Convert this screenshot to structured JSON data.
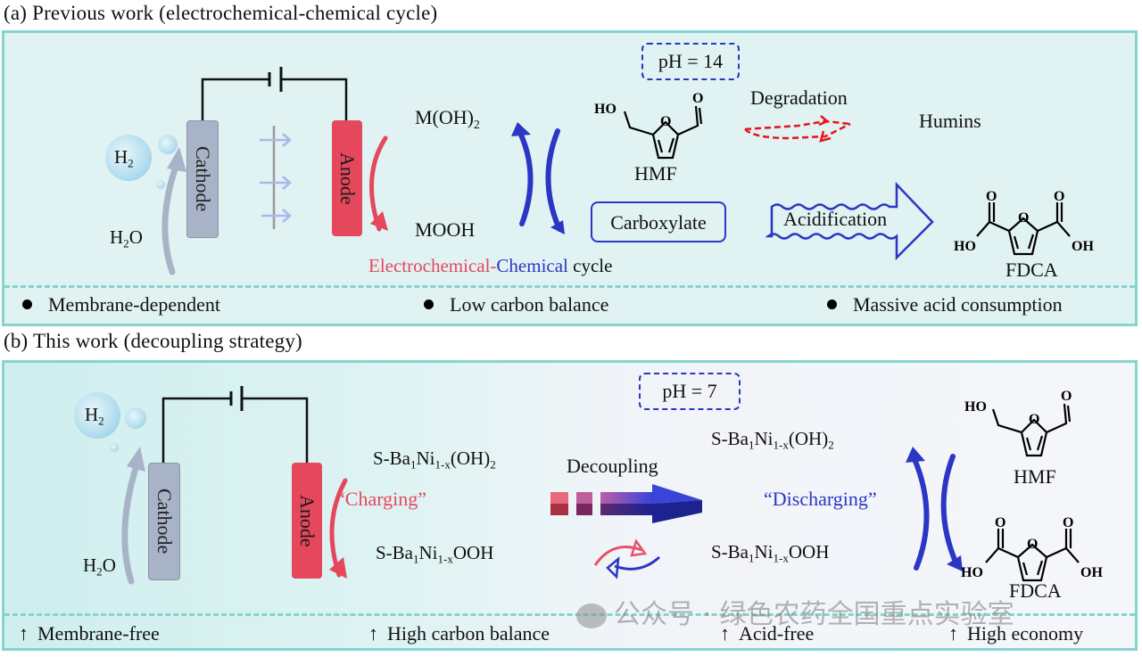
{
  "panel_a": {
    "title": "(a) Previous work (electrochemical-chemical cycle)",
    "h2_label": "H",
    "h2_sub": "2",
    "h2o_label": "H",
    "h2o_sub": "2",
    "h2o_tail": "O",
    "cathode_label": "Cathode",
    "anode_label": "Anode",
    "ph_label": "pH = 14",
    "m_oh2_label": "M(OH)",
    "m_oh2_sub": "2",
    "mooh_label": "MOOH",
    "hmf_label": "HMF",
    "hmf_ho": "HO",
    "hmf_o": "O",
    "degradation_label": "Degradation",
    "humins_label": "Humins",
    "carboxylate_label": "Carboxylate",
    "acidification_label": "Acidification",
    "fdca_label": "FDCA",
    "fdca_ho": "HO",
    "fdca_oh": "OH",
    "cycle_caption": {
      "part1": "Electrochemical",
      "sep": "-",
      "part2": "Chemical",
      "part3": " cycle"
    },
    "bullets": [
      "Membrane-dependent",
      "Low carbon balance",
      "Massive acid consumption"
    ]
  },
  "panel_b": {
    "title": "(b) This work (decoupling strategy)",
    "h2_label": "H",
    "h2_sub": "2",
    "h2o_label": "H",
    "h2o_sub": "2",
    "h2o_tail": "O",
    "cathode_label": "Cathode",
    "anode_label": "Anode",
    "ph_label": "pH = 7",
    "charging_label": "“Charging”",
    "discharging_label": "“Discharging”",
    "decoupling_label": "Decoupling",
    "left_oh2": {
      "a": "S-Ba",
      "b": "1",
      "c": "Ni",
      "d": "1-x",
      "e": "(OH)",
      "f": "2"
    },
    "left_ooh": {
      "a": "S-Ba",
      "b": "1",
      "c": "Ni",
      "d": "1-x",
      "e": "OOH"
    },
    "right_oh2": {
      "a": "S-Ba",
      "b": "1",
      "c": "Ni",
      "d": "1-x",
      "e": "(OH)",
      "f": "2"
    },
    "right_ooh": {
      "a": "S-Ba",
      "b": "1",
      "c": "Ni",
      "d": "1-x",
      "e": "OOH"
    },
    "hmf_label": "HMF",
    "fdca_label": "FDCA",
    "ho": "HO",
    "oh": "OH",
    "o": "O",
    "bullets": [
      "Membrane-free",
      "High carbon balance",
      "Acid-free",
      "High economy"
    ],
    "bullet_icon": "↑"
  },
  "watermark": "公众号 · 绿色农药全国重点实验室",
  "colors": {
    "panel_border": "#84d4d0",
    "panel_a_bg": "#e0f2f2",
    "anode": "#e5485c",
    "cathode": "#a9b3c8",
    "electrochemical_red": "#e5485c",
    "chemical_blue": "#2b36c4",
    "degradation_red": "#e8121c"
  }
}
